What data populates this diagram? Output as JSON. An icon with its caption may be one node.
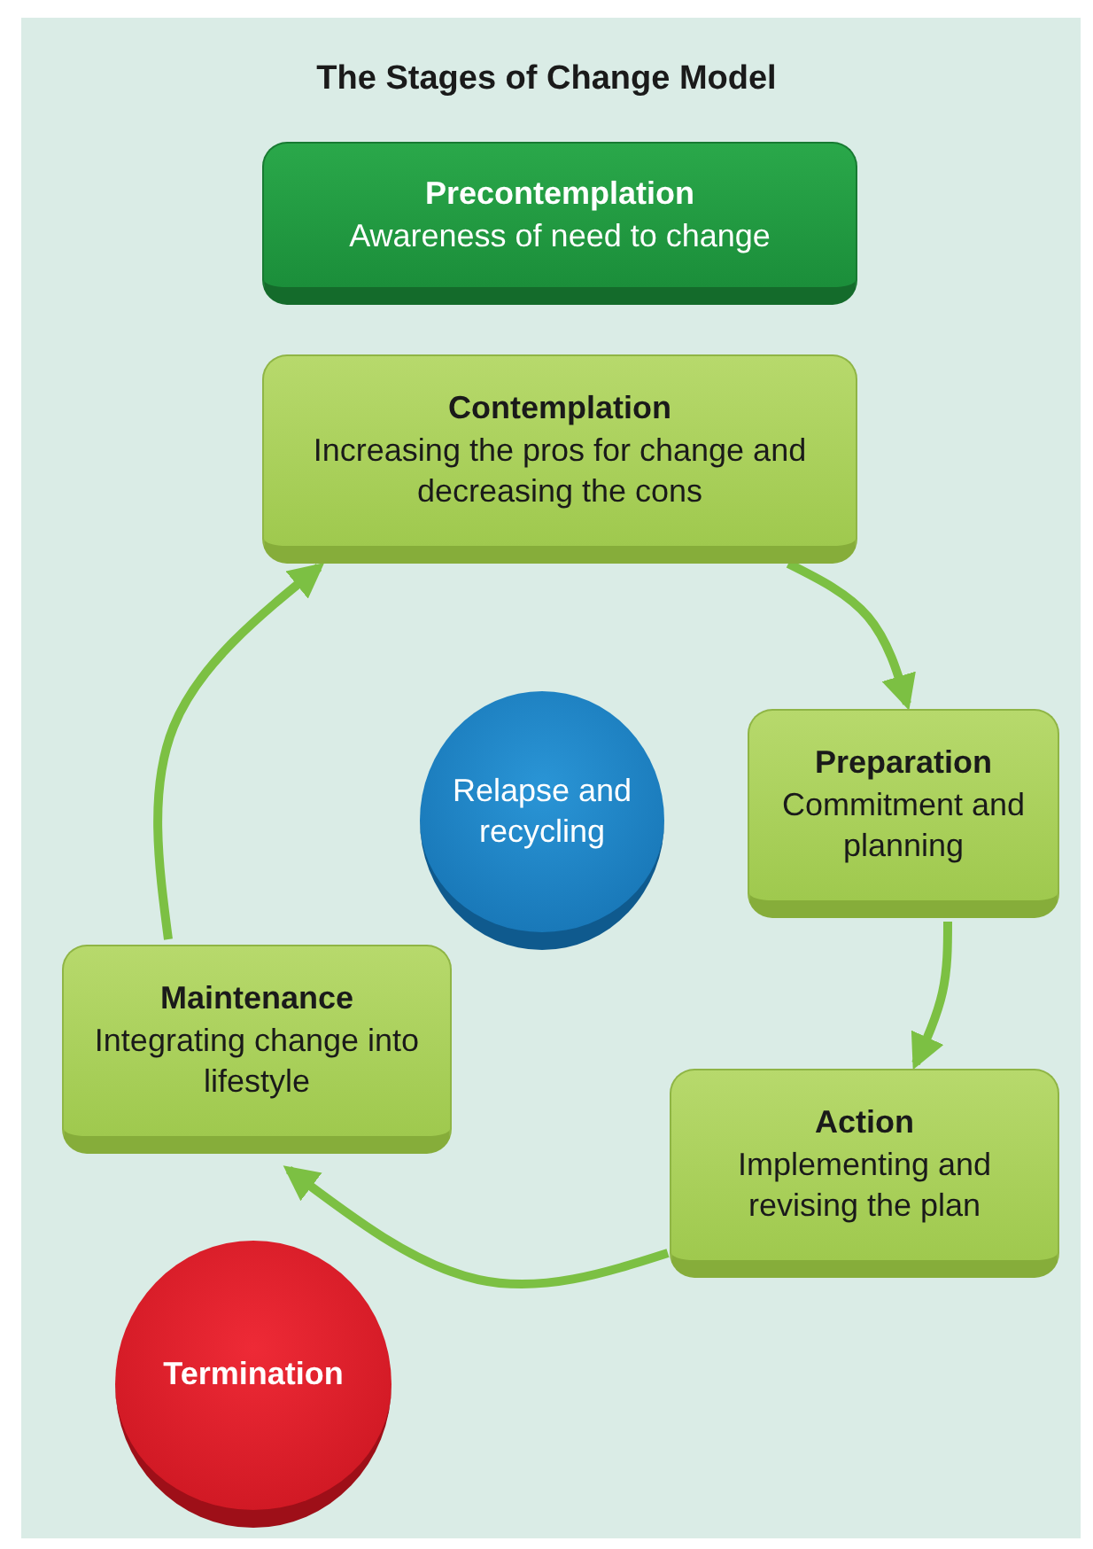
{
  "diagram": {
    "title": "The Stages of Change Model",
    "nodes": [
      {
        "text": [
          "Precontemplation",
          "Awareness of need to change"
        ]
      },
      {
        "text": [
          "Contemplation",
          "Increasing the pros for change and decreasing the cons"
        ]
      },
      {
        "text": [
          "Preparation",
          "Commitment and planning"
        ]
      },
      {
        "text": [
          "Action",
          "Implementing and revising the plan"
        ]
      },
      {
        "text": [
          "Maintenance",
          "Integrating change into lifestyle"
        ]
      },
      {
        "text": [
          "Relapse and recycling"
        ]
      },
      {
        "text": [
          "Termination"
        ]
      }
    ],
    "edges": [
      {
        "from": 1,
        "to": 2,
        "arrow": "to"
      },
      {
        "from": 2,
        "to": 3,
        "arrow": "to"
      },
      {
        "from": 3,
        "to": 4,
        "arrow": "to"
      },
      {
        "from": 4,
        "to": 1,
        "arrow": "to"
      }
    ]
  }
}
